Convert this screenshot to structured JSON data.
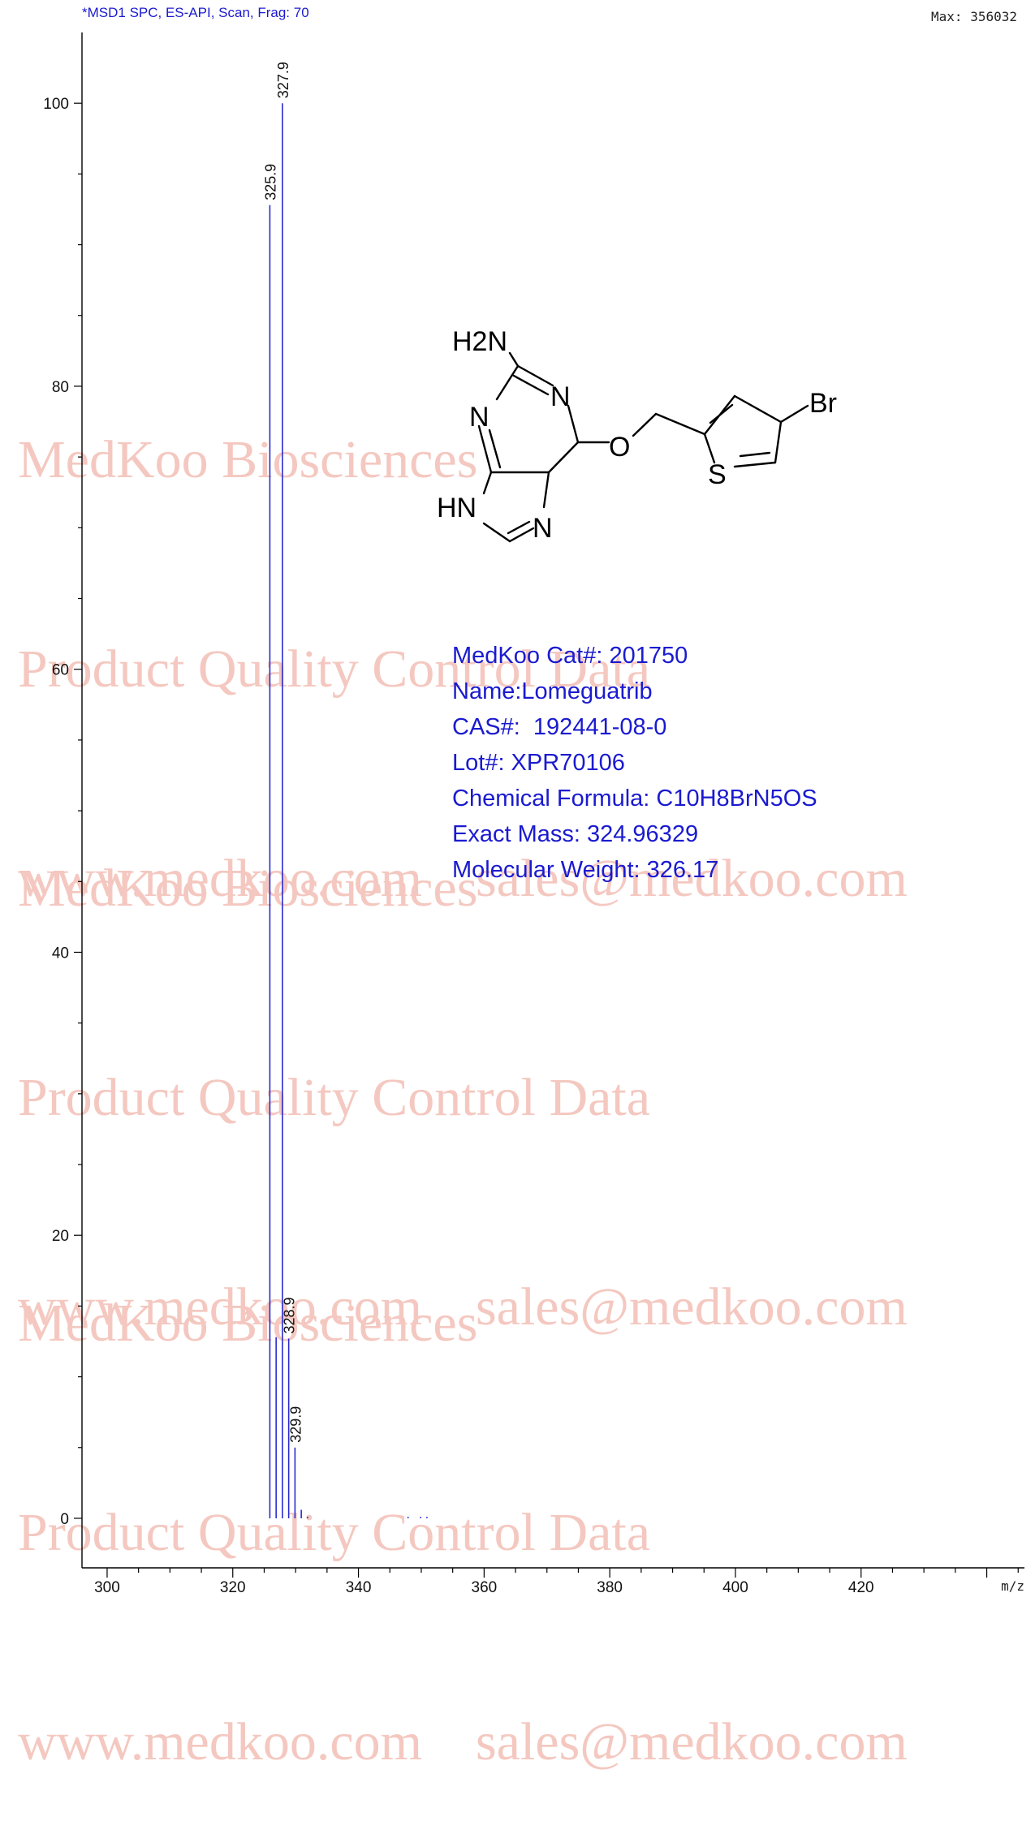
{
  "header": {
    "left": "*MSD1 SPC,  ES-API, Scan, Frag: 70",
    "right": "Max: 356032"
  },
  "watermark": {
    "line1": "MedKoo Biosciences",
    "line2": "Product Quality Control Data",
    "line3": "www.medkoo.com    sales@medkoo.com"
  },
  "molecule": {
    "atoms": [
      "H2N",
      "N",
      "N",
      "O",
      "Br",
      "S",
      "HN",
      "N"
    ]
  },
  "info": {
    "cat": "MedKoo Cat#: 201750",
    "name": "Name:Lomeguatrib",
    "cas": "CAS#:  192441-08-0",
    "lot": "Lot#: XPR70106",
    "formula": "Chemical Formula: C10H8BrN5OS",
    "exact_mass": "Exact Mass: 324.96329",
    "mw": "Molecular Weight: 326.17"
  },
  "chart_data": {
    "type": "bar",
    "title": "*MSD1 SPC,  ES-API, Scan, Frag: 70",
    "xlabel": "m/z",
    "ylabel": "",
    "xlim": [
      296,
      446
    ],
    "ylim": [
      -3.5,
      105
    ],
    "x_ticks": [
      300,
      320,
      340,
      360,
      380,
      400,
      420
    ],
    "y_ticks": [
      0,
      20,
      40,
      60,
      80,
      100
    ],
    "peaks": [
      {
        "x": 325.9,
        "y": 92.8,
        "label": "325.9"
      },
      {
        "x": 326.9,
        "y": 12.8,
        "label": ""
      },
      {
        "x": 327.9,
        "y": 100,
        "label": "327.9"
      },
      {
        "x": 328.9,
        "y": 12.7,
        "label": "328.9"
      },
      {
        "x": 329.9,
        "y": 5.0,
        "label": "329.9"
      },
      {
        "x": 330.9,
        "y": 0.6,
        "label": ""
      },
      {
        "x": 331.9,
        "y": 0.1,
        "label": ""
      },
      {
        "x": 347.9,
        "y": 0.1,
        "label": ""
      },
      {
        "x": 349.9,
        "y": 0.1,
        "label": ""
      },
      {
        "x": 350.9,
        "y": 0.1,
        "label": ""
      }
    ],
    "max_abundance": "Max: 356032",
    "grid": false,
    "colors": {
      "peaks": "#2a2ad0",
      "axis": "#000000"
    }
  }
}
